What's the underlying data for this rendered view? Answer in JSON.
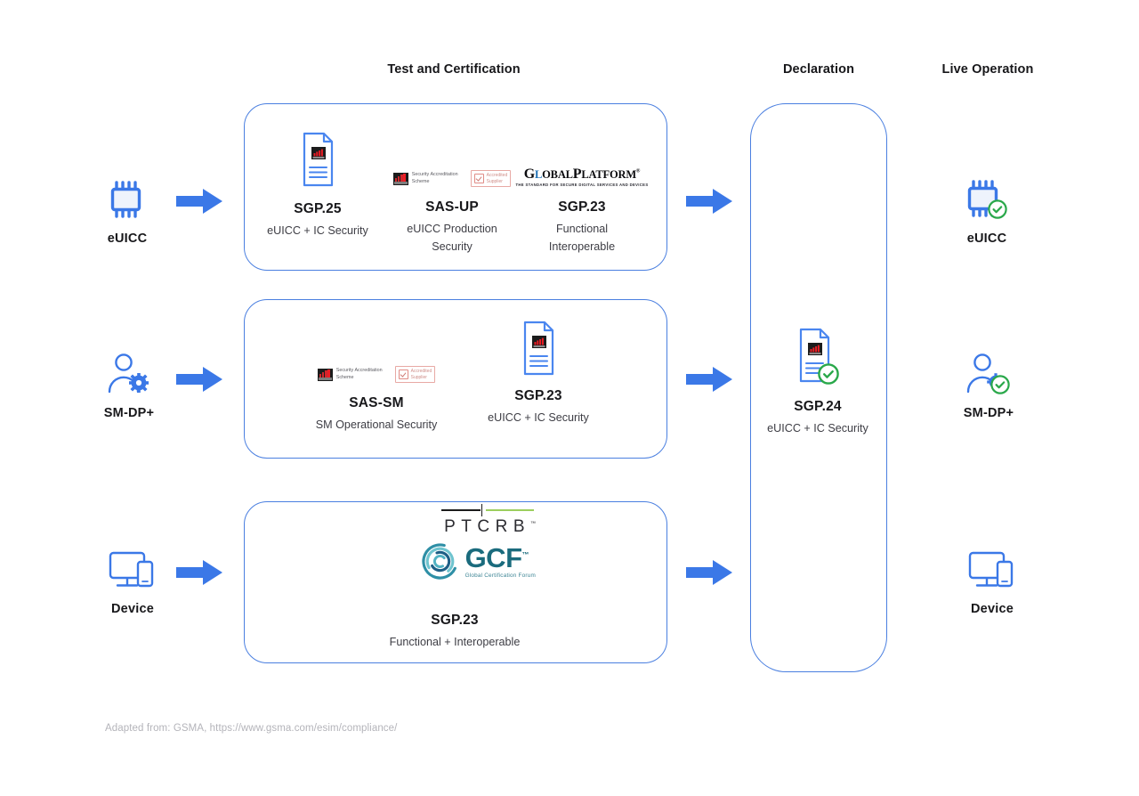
{
  "columns": {
    "test": "Test and Certification",
    "declaration": "Declaration",
    "live": "Live Operation"
  },
  "entities": {
    "euicc": "eUICC",
    "smdp": "SM-DP+",
    "device": "Device"
  },
  "live_entities": {
    "euicc": "eUICC",
    "smdp": "SM-DP+",
    "device": "Device"
  },
  "row1": {
    "sgp25": {
      "title": "SGP.25",
      "sub": "eUICC + IC Security"
    },
    "sasup": {
      "title": "SAS-UP",
      "sub": "eUICC Production\nSecurity"
    },
    "sgp23": {
      "title": "SGP.23",
      "sub": "Functional\nInteroperable"
    }
  },
  "row2": {
    "sassm": {
      "title": "SAS-SM",
      "sub": "SM Operational Security"
    },
    "sgp23": {
      "title": "SGP.23",
      "sub": "eUICC + IC Security"
    }
  },
  "row3": {
    "sgp23": {
      "title": "SGP.23",
      "sub": "Functional + Interoperable"
    }
  },
  "declaration_item": {
    "title": "SGP.24",
    "sub": "eUICC + IC Security"
  },
  "logos": {
    "sas_scheme_line1": "Security Accreditation",
    "sas_scheme_line2": "Scheme",
    "sas_accredited_line1": "Accredited",
    "sas_accredited_line2": "Supplier",
    "globalplatform_g": "G",
    "globalplatform_o": "L",
    "globalplatform_name": "GLOBALPLATFORM",
    "globalplatform_tagline": "THE STANDARD FOR SECURE DIGITAL SERVICES AND DEVICES",
    "ptcrb_word": "PTCRB",
    "ptcrb_tm": "™",
    "gcf_word": "GCF",
    "gcf_tm": "™",
    "gcf_tagline": "Global Certification Forum"
  },
  "footer": "Adapted from: GSMA, https://www.gsma.com/esim/compliance/",
  "colors": {
    "accent_blue": "#3b78e7",
    "box_border": "#4a7fe0",
    "check_green": "#2aa84a",
    "gsma_red": "#ec1c24",
    "ptcrb_green": "#9cce5e",
    "gcf_teal": "#1a6b7d"
  }
}
